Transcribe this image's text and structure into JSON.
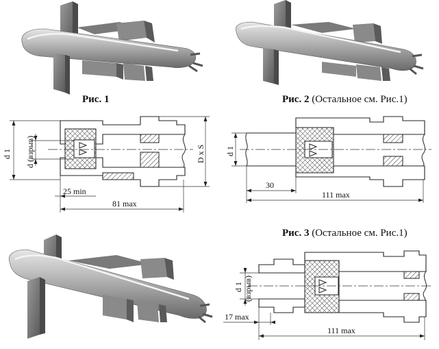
{
  "figures": [
    {
      "caption_bold": "Рис. 1",
      "caption_rest": ""
    },
    {
      "caption_bold": "Рис. 2",
      "caption_rest": " (Остальное см. Рис.1)"
    },
    {
      "caption_bold": "Рис. 3",
      "caption_rest": " (Остальное см. Рис.1)"
    }
  ],
  "drawing1": {
    "d1": "d 1",
    "d_vzryv": "d (взрыв)",
    "dxs": "D x S",
    "len25": "25 min",
    "len81": "81 max"
  },
  "drawing2": {
    "d1": "d 1",
    "len30": "30",
    "len111": "111 max"
  },
  "drawing3": {
    "d1": "d 1",
    "vzryv": "(взрыв)",
    "len17": "17 max",
    "len111": "111 max"
  }
}
